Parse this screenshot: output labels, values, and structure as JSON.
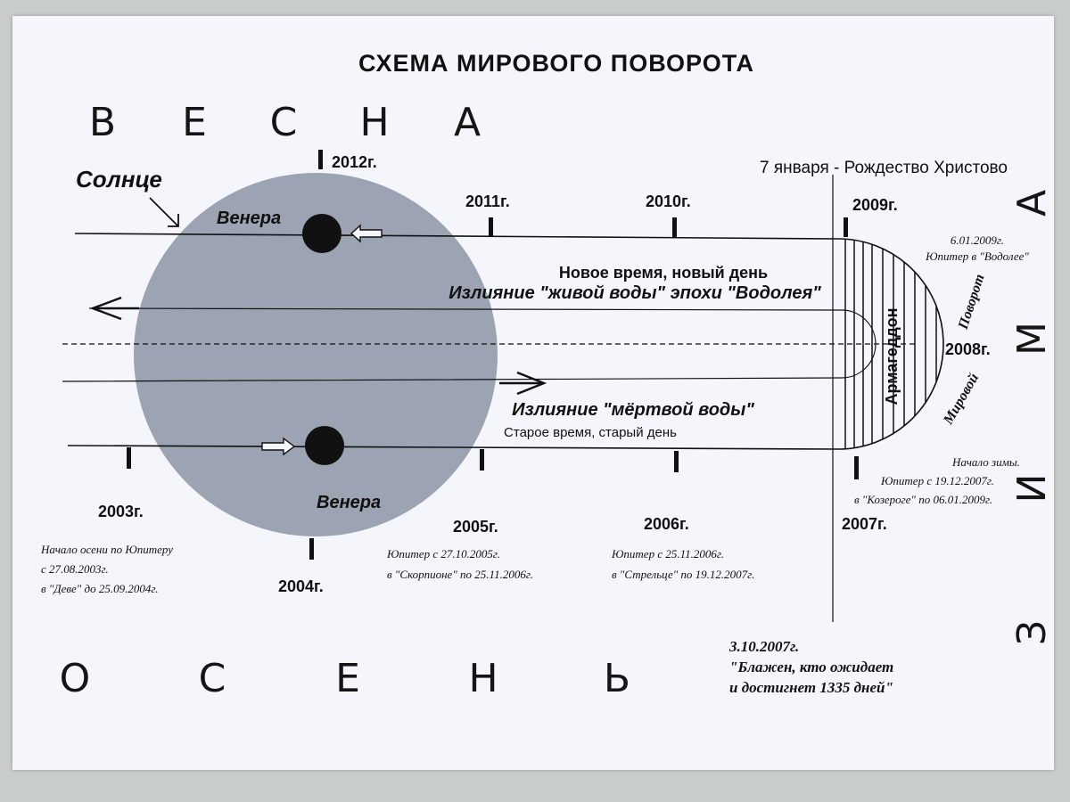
{
  "title": "СХЕМА МИРОВОГО ПОВОРОТА",
  "seasons": {
    "spring": [
      "В",
      "Е",
      "С",
      "Н",
      "А"
    ],
    "autumn": [
      "О",
      "С",
      "Е",
      "Н",
      "Ь"
    ],
    "winter": [
      "З",
      "И",
      "М",
      "А"
    ]
  },
  "labels": {
    "sun": "Солнце",
    "venus_top": "Венера",
    "venus_bottom": "Венера",
    "christmas": "7 января - Рождество Христово",
    "new_time": "Новое время, новый день",
    "living_water": "Излияние \"живой воды\" эпохи \"Водолея\"",
    "dead_water": "Излияние \"мёртвой воды\"",
    "old_time": "Старое время, старый день",
    "armageddon": "Армагеддон",
    "turn_1": "Поворот",
    "turn_2": "Мировой"
  },
  "years": {
    "y2012": "2012г.",
    "y2011": "2011г.",
    "y2010": "2010г.",
    "y2009": "2009г.",
    "y2008": "2008г.",
    "y2007": "2007г.",
    "y2006": "2006г.",
    "y2005": "2005г.",
    "y2004": "2004г.",
    "y2003": "2003г."
  },
  "notes": {
    "n2009": [
      "6.01.2009г.",
      "Юпитер в \"Водолее\""
    ],
    "winter_start": [
      "Начало зимы.",
      "Юпитер с 19.12.2007г.",
      "в \"Козероге\" по 06.01.2009г."
    ],
    "n2006": [
      "Юпитер с 25.11.2006г.",
      "в \"Стрельце\" по 19.12.2007г."
    ],
    "n2005": [
      "Юпитер с 27.10.2005г.",
      "в \"Скорпионе\" по 25.11.2006г."
    ],
    "autumn_start": [
      "Начало осени по Юпитеру",
      "с 27.08.2003г.",
      "в \"Деве\" до 25.09.2004г."
    ],
    "quote": [
      "3.10.2007г.",
      "\"Блажен, кто ожидает",
      " и достигнет 1335 дней\""
    ]
  }
}
